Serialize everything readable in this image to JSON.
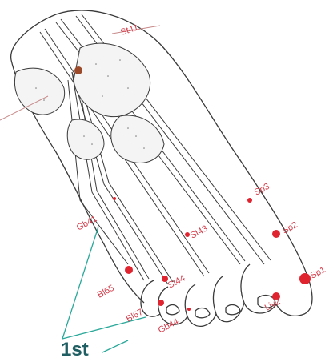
{
  "labels": {
    "st41": "St41",
    "sp3": "Sp3",
    "gb41": "Gb41",
    "st43": "St43",
    "sp2": "Sp2",
    "sp1": "Sp1",
    "bl65": "Bl65",
    "st44": "St44",
    "bl67": "Bl67",
    "gb44": "Gb44",
    "liv2": "Liv2",
    "first": "1st"
  },
  "colors": {
    "point": "#e0242f",
    "point_dark": "#9b4a2a",
    "label": "#d23c4a",
    "leader": "#2aa89a",
    "ink": "#3a3a3a"
  }
}
